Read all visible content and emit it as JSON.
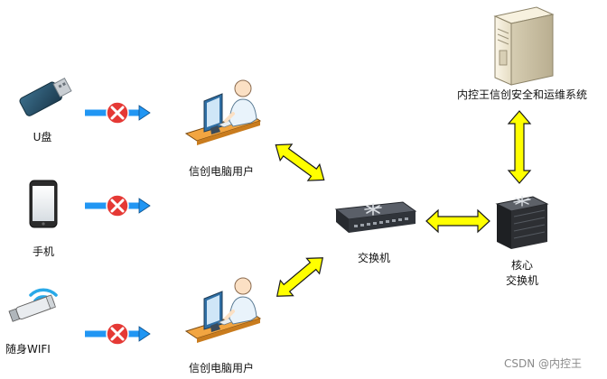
{
  "labels": {
    "usb": "U盘",
    "phone": "手机",
    "wifi": "随身WIFI",
    "user_top": "信创电脑用户",
    "user_bottom": "信创电脑用户",
    "switch": "交换机",
    "core_line1": "核心",
    "core_line2": "交换机",
    "server": "内控王信创安全和运维系统"
  },
  "watermark": "CSDN @内控王",
  "colors": {
    "arrow_yellow": "#ffff00",
    "arrow_outline": "#1a1a1a",
    "block_arrow_blue": "#2196f3",
    "block_x_red": "#e53935",
    "switch_body": "#3a3d44",
    "core_body": "#2d2f33",
    "server_body": "#f0e8d2"
  },
  "icons": [
    "usb-drive-icon",
    "phone-icon",
    "wifi-icon",
    "user-computer-icon",
    "switch-icon",
    "core-switch-icon",
    "server-icon",
    "blocked-icon"
  ]
}
